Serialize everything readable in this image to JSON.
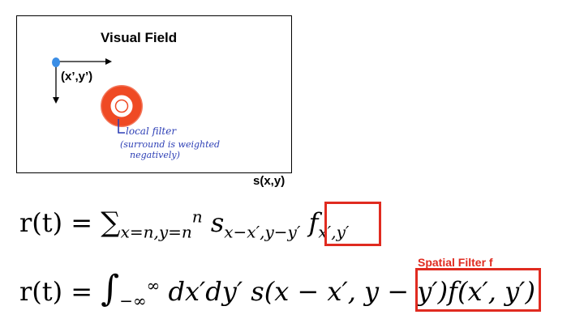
{
  "field": {
    "title": "Visual Field",
    "coord_label": "(x’,y’)",
    "signal_label": "s(x,y)"
  },
  "annotation": {
    "line1": "local filter",
    "line2": "(surround is weighted",
    "line3": "negatively)"
  },
  "equations": {
    "eq1_lhs": "r(t) =",
    "eq1_sum": "∑",
    "eq1_sum_sub": "x=n,y=n",
    "eq1_sum_sup": "n",
    "eq1_s": "s",
    "eq1_s_sub": "x−x′,y−y′",
    "eq1_f": "f",
    "eq1_f_sub": "x′,y′",
    "eq2_lhs": "r(t) =",
    "eq2_integral": "∫",
    "eq2_lower": "−∞",
    "eq2_upper": "∞",
    "eq2_body": "dx′dy′ s(x − x′, y − y′)",
    "eq2_filter": "f(x′, y′)"
  },
  "filter_caption": "Spatial Filter f",
  "colors": {
    "highlight": "#e02b20",
    "dot": "#3b8ee6",
    "handwriting": "#2d3fb5"
  }
}
